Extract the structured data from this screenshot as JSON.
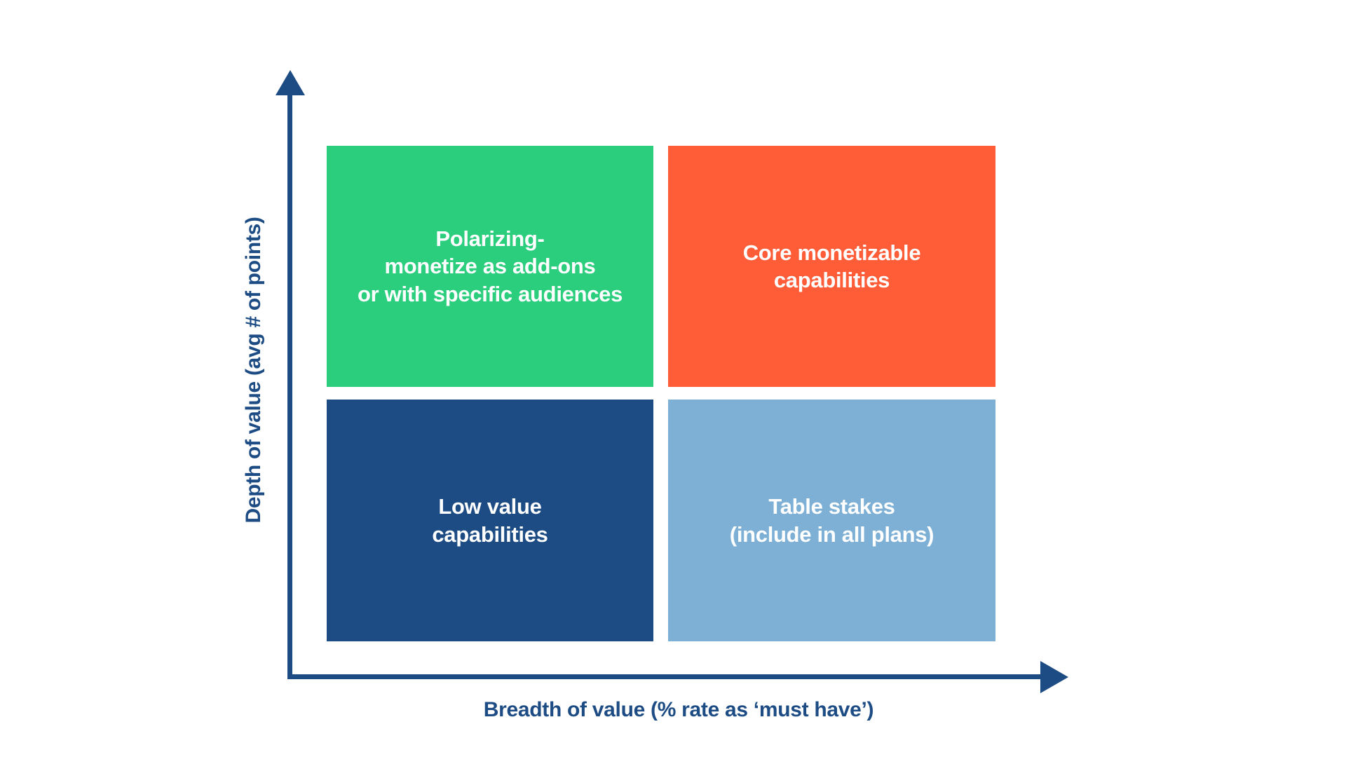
{
  "colors": {
    "navy": "#1d4c84",
    "green": "#2ace7d",
    "orange": "#ff5c38",
    "light_blue": "#7eb0d6",
    "background": "#ffffff",
    "quadrant_text": "#ffffff"
  },
  "axes": {
    "y_label": "Depth of value (avg # of points)",
    "x_label": "Breadth of value (% rate as ‘must have’)"
  },
  "quadrants": {
    "top_left": {
      "label": "Polarizing-\nmonetize as add-ons\nor with specific audiences",
      "color": "#2ace7d"
    },
    "top_right": {
      "label": "Core monetizable\ncapabilities",
      "color": "#ff5c38"
    },
    "bottom_left": {
      "label": "Low value\ncapabilities",
      "color": "#1d4c84"
    },
    "bottom_right": {
      "label": "Table stakes\n(include in all plans)",
      "color": "#7eb0d6"
    }
  }
}
